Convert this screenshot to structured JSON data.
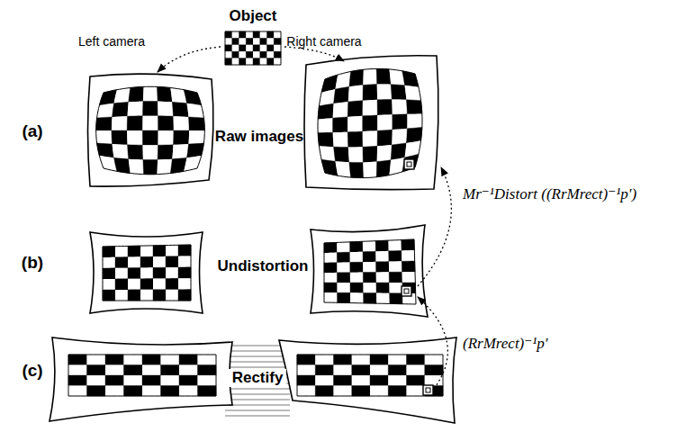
{
  "diagram": {
    "nodes": [
      {
        "text": [
          "Object"
        ]
      }
    ],
    "labels": [
      "Left camera",
      "Right camera",
      "(a)",
      "Raw images",
      "(b)",
      "Undistortion",
      "(c)",
      "Rectify",
      "Mr⁻¹Distort ((RrMrect)⁻¹p′)",
      "(RrMrect)⁻¹p′"
    ]
  }
}
